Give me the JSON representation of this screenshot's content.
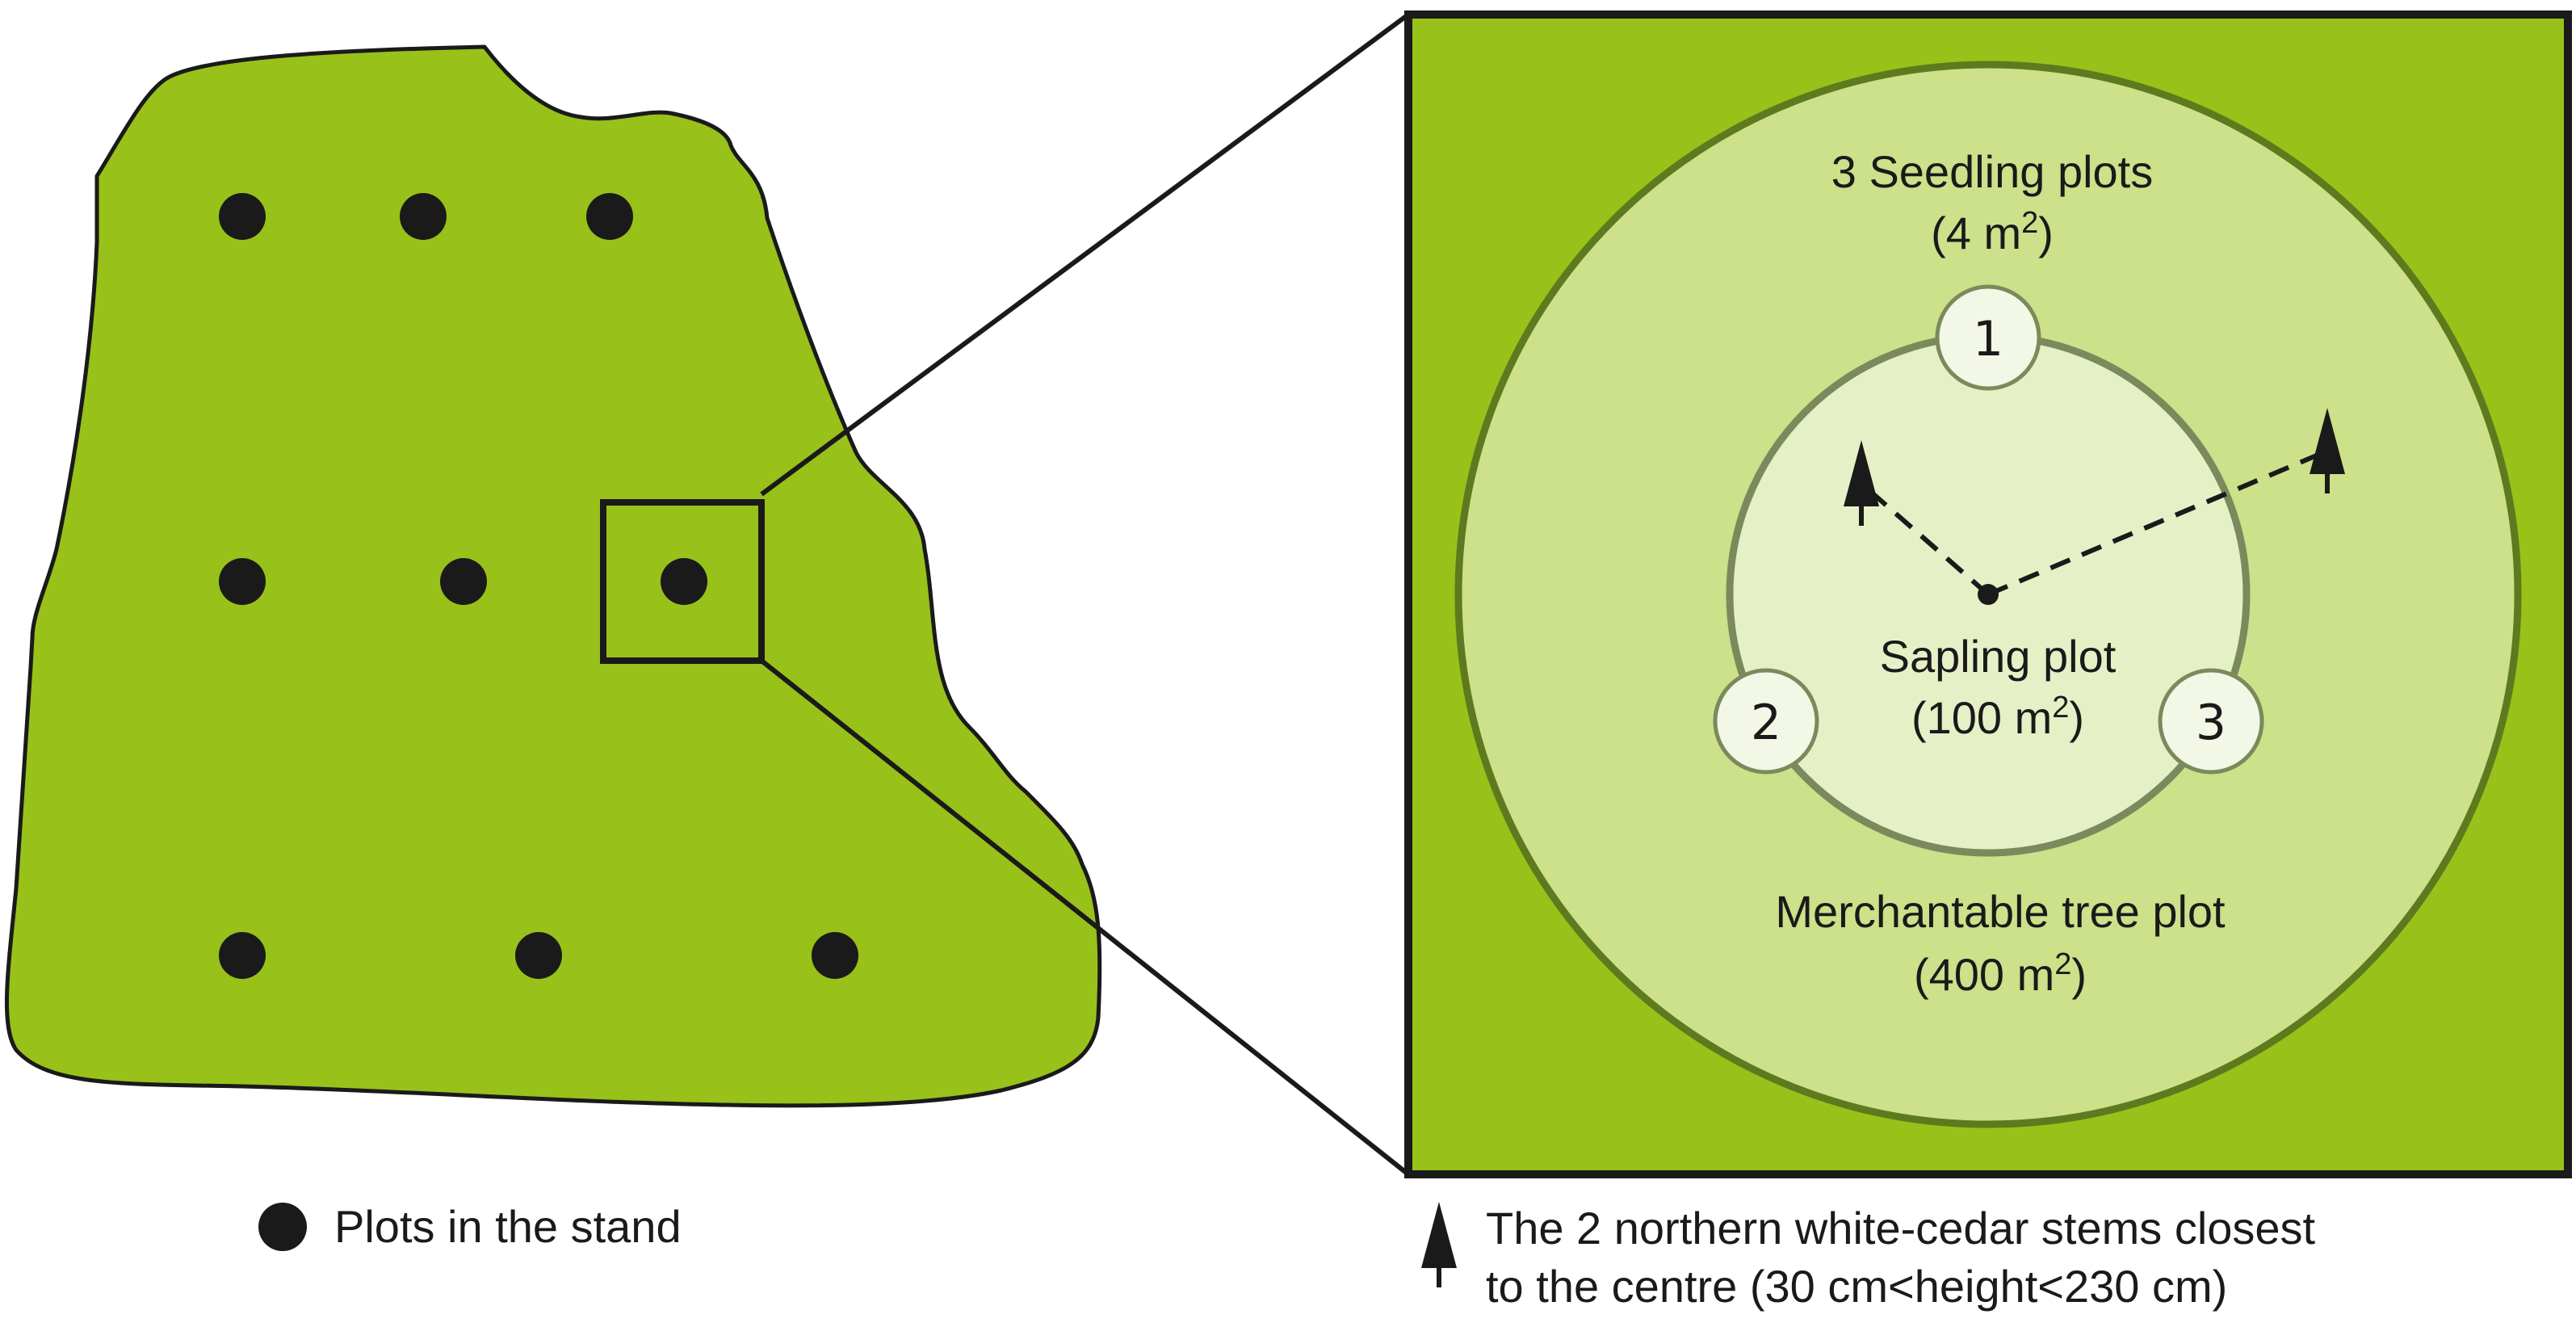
{
  "colors": {
    "stand_green": "#98c11a",
    "merchantable_fill": "#cde08a",
    "sapling_fill": "#e6f0c6",
    "seedling_fill": "#f2f7e6",
    "outer_ring": "#5e7a1e",
    "inner_ring": "#7a8a5c",
    "outline": "#1a1a1a"
  },
  "icons": {
    "plot_marker": "filled-circle-icon",
    "cedar_stem": "tree-arrow-icon"
  },
  "labels": {
    "seedling_title": "3 Seedling plots",
    "seedling_area_open": "(4 m",
    "seedling_area_sup": "2",
    "seedling_area_close": ")",
    "sapling_title": "Sapling plot",
    "sapling_area_open": "(100 m",
    "sapling_area_sup": "2",
    "sapling_area_close": ")",
    "merch_title": "Merchantable tree plot",
    "merch_area_open": "(400 m",
    "merch_area_sup": "2",
    "merch_area_close": ")"
  },
  "seedling_plots": [
    "1",
    "2",
    "3"
  ],
  "legend": {
    "plots": "Plots in the stand",
    "cedar_line1": "The 2 northern white-cedar stems closest",
    "cedar_line2": "to the centre (30 cm<height<230 cm)"
  }
}
